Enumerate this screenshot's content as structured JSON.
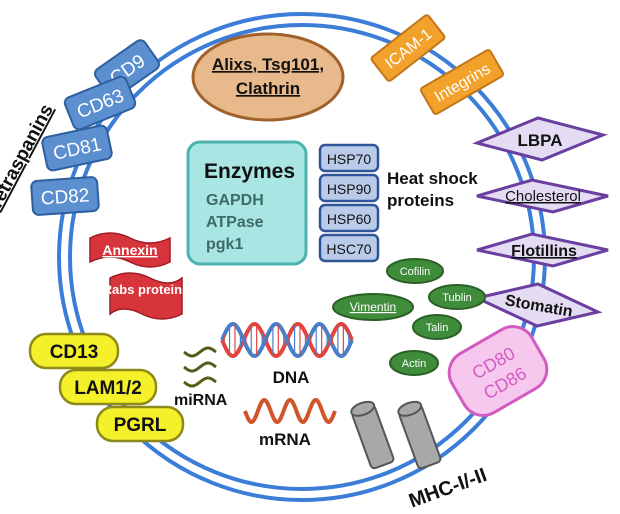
{
  "tetraspanins": {
    "group_label": "Tetraspanins",
    "items": [
      "CD9",
      "CD63",
      "CD81",
      "CD82"
    ],
    "fill": "#5b8fd0",
    "stroke": "#2f5f9e"
  },
  "escrt": {
    "lines": [
      "Alixs, Tsg101,",
      "Clathrin"
    ],
    "fill": "#e8b98a",
    "stroke": "#a0622d"
  },
  "adhesion": {
    "items": [
      "ICAM-1",
      "Integrins"
    ],
    "fill": "#f2a22a",
    "stroke": "#c2761a"
  },
  "enzymes": {
    "title": "Enzymes",
    "items": [
      "GAPDH",
      "ATPase",
      "pgk1"
    ],
    "fill": "#a8e5e3",
    "stroke": "#4cb3b0"
  },
  "heat_shock": {
    "items": [
      "HSP70",
      "HSP90",
      "HSP60",
      "HSC70"
    ],
    "label_lines": [
      "Heat shock",
      "proteins"
    ],
    "fill": "#b9cbe8",
    "stroke": "#2f5597"
  },
  "lipid_raft": {
    "items": [
      "LBPA",
      "Cholesterol",
      "Flotillins",
      "Stomatin"
    ],
    "fill": "#e4dcf2",
    "stroke": "#6a3fa0"
  },
  "annexin": {
    "items": [
      "Annexin",
      "Rabs proteins"
    ],
    "fill": "#d8343c",
    "stroke": "#9e1c24"
  },
  "cytoskeleton": {
    "items": [
      "Cofilin",
      "Tublin",
      "Vimentin",
      "Talin",
      "Actin"
    ],
    "fill": "#3f8c3a",
    "stroke": "#2a6126"
  },
  "yellow_markers": {
    "items": [
      "CD13",
      "LAM1/2",
      "PGRL"
    ],
    "fill": "#f4f02a",
    "stroke": "#8e8a1a"
  },
  "costim": {
    "items": [
      "CD80",
      "CD86"
    ],
    "fill": "#f6c8ee",
    "stroke": "#d25cc0"
  },
  "nucleic_acids": {
    "dna_label": "DNA",
    "mirna_label": "miRNA",
    "mrna_label": "mRNA",
    "dna_colors": [
      "#e0443c",
      "#4a7ec8"
    ],
    "mirna_color": "#5a5a1a",
    "mrna_color": "#d2552a"
  },
  "mhc": {
    "label": "MHC-I/-II",
    "fill": "#a8a8a8",
    "stroke": "#555555"
  },
  "membrane": {
    "color": "#3c7dd8"
  }
}
